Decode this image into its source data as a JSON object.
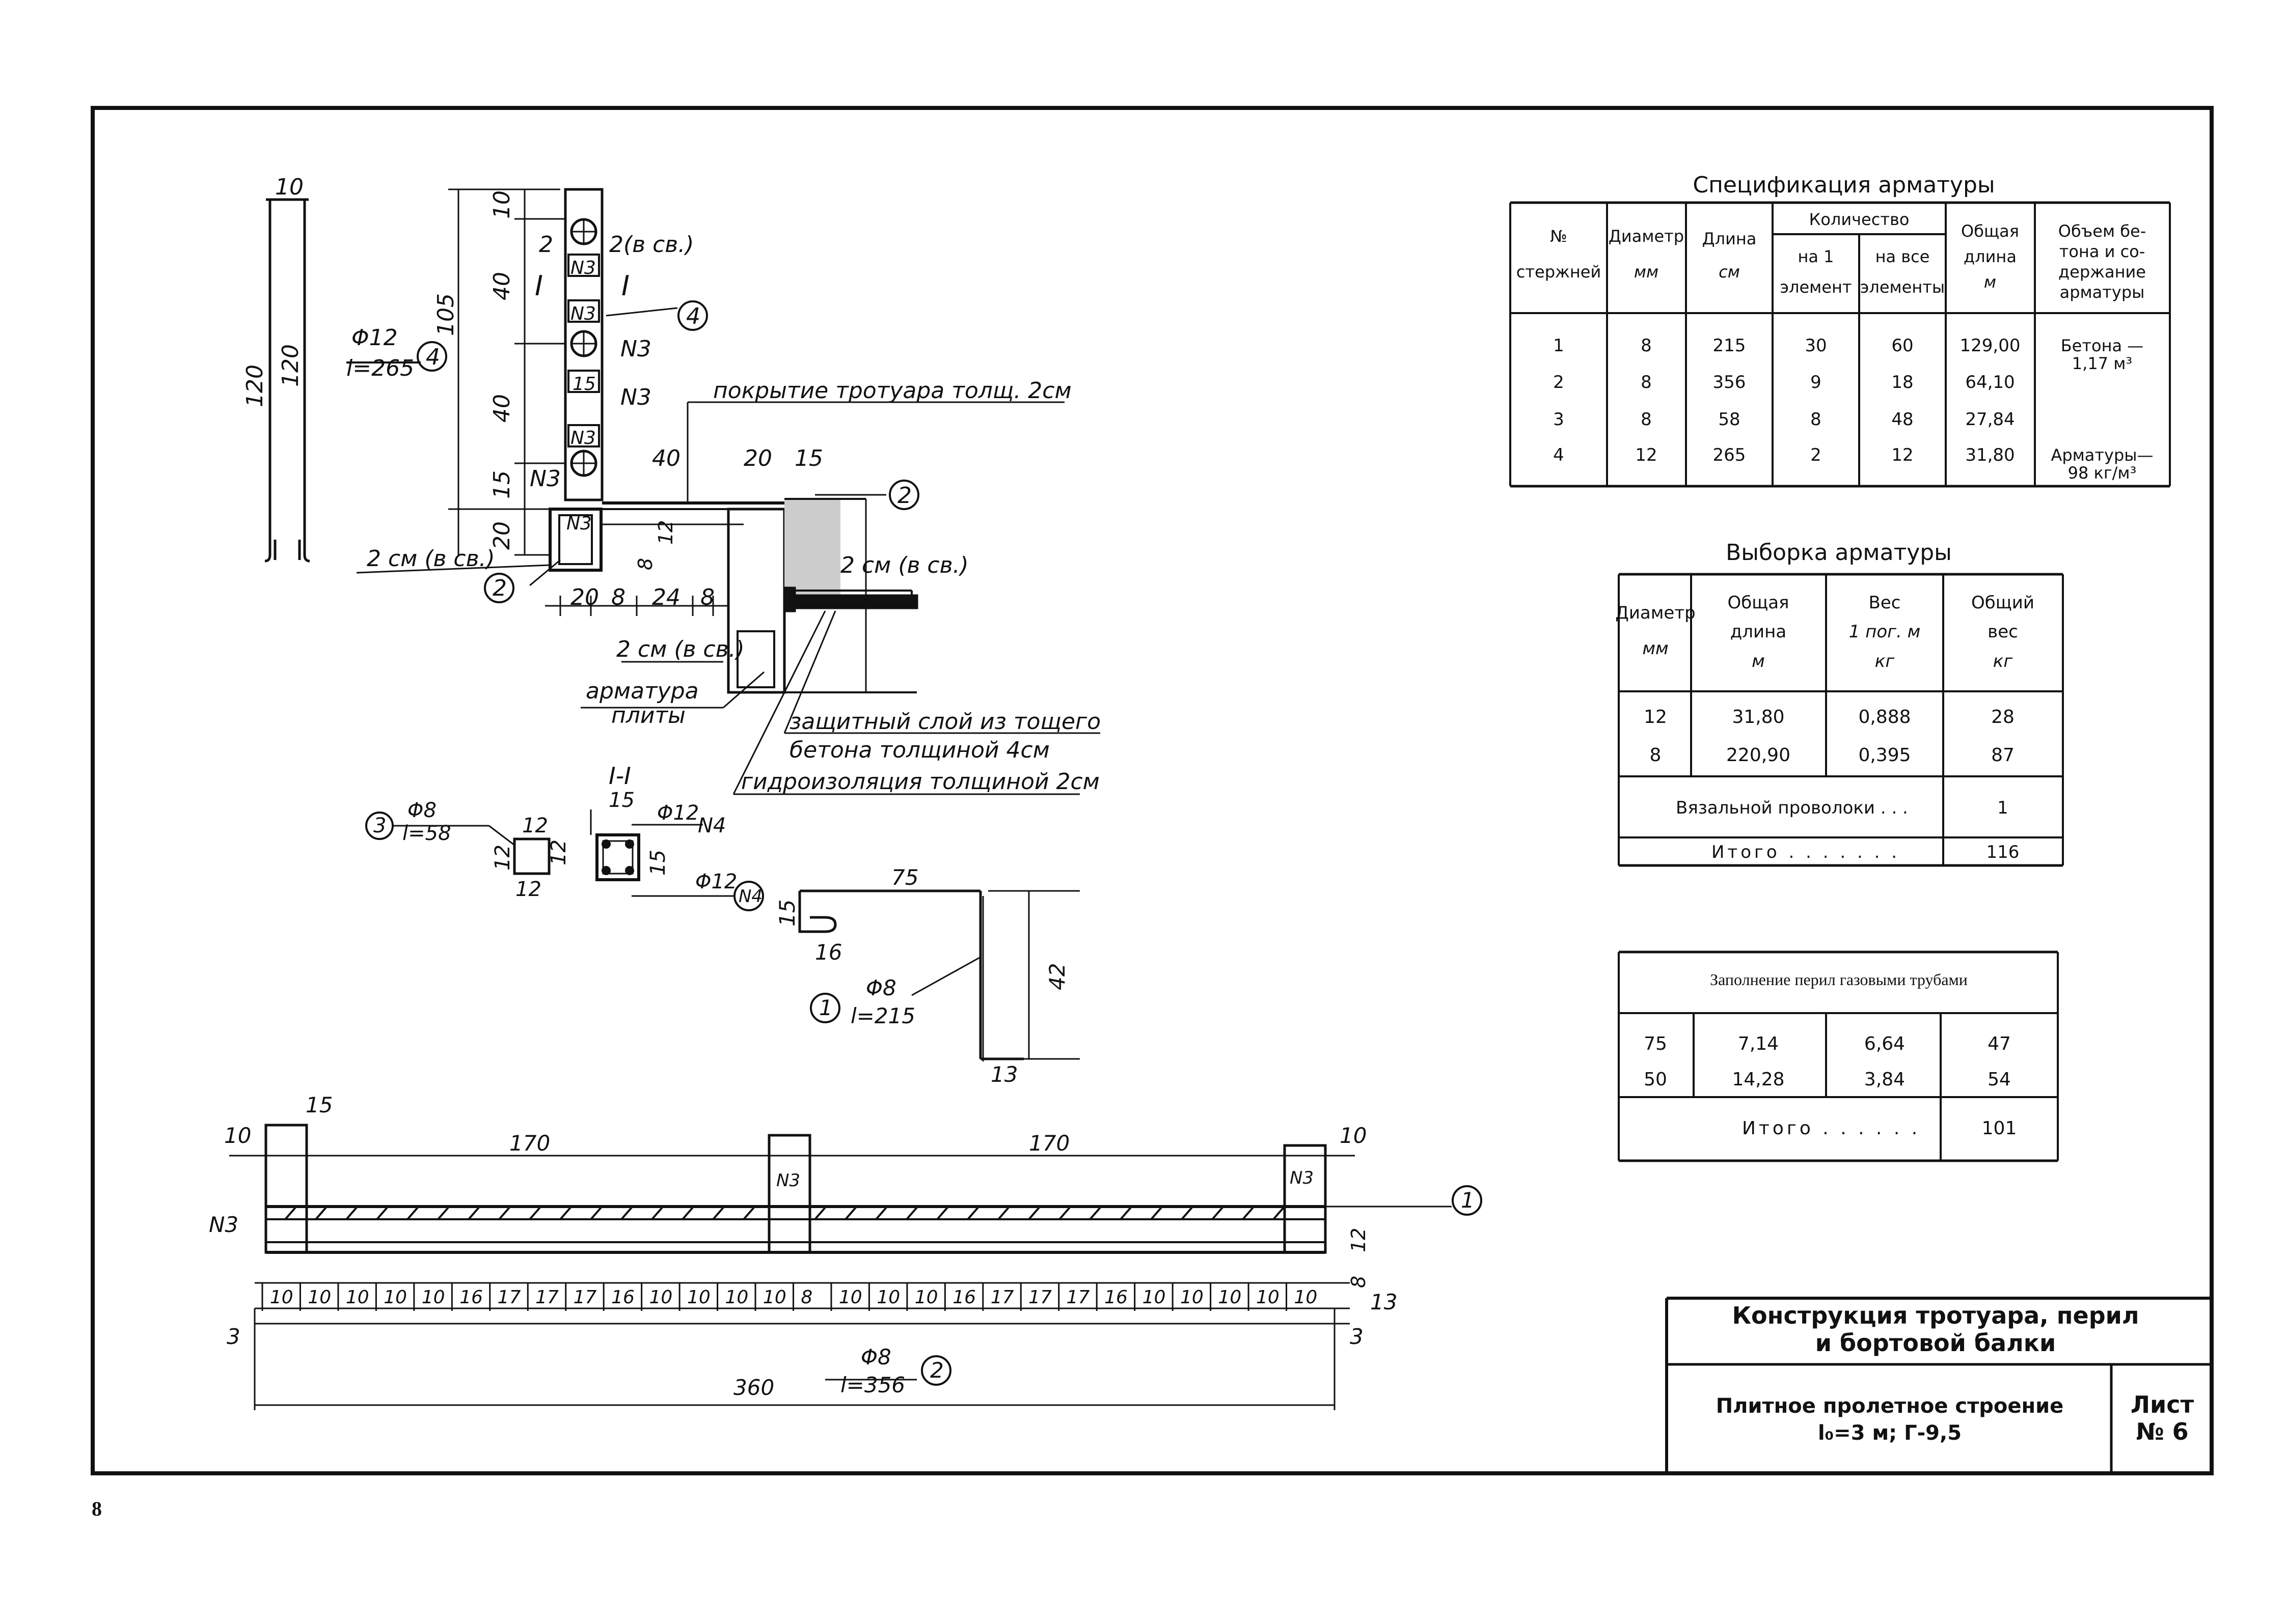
{
  "page_number": "8",
  "spec_table": {
    "title": "Спецификация арматуры",
    "headers": {
      "num": [
        "№",
        "стержней"
      ],
      "diameter": [
        "Диаметр",
        "мм"
      ],
      "length": [
        "Длина",
        "см"
      ],
      "quantity": "Количество",
      "per_element": [
        "на 1",
        "элемент"
      ],
      "all_elements": [
        "на все",
        "элементы"
      ],
      "total_length": [
        "Общая",
        "длина",
        "м"
      ],
      "volume": [
        "Объем бе-",
        "тона и со-",
        "держание",
        "арматуры"
      ]
    },
    "rows": [
      [
        "1",
        "8",
        "215",
        "30",
        "60",
        "129,00"
      ],
      [
        "2",
        "8",
        "356",
        "9",
        "18",
        "64,10"
      ],
      [
        "3",
        "8",
        "58",
        "8",
        "48",
        "27,84"
      ],
      [
        "4",
        "12",
        "265",
        "2",
        "12",
        "31,80"
      ]
    ],
    "concrete": [
      "Бетона —",
      "1,17 м³"
    ],
    "rebar": [
      "Арматуры—",
      "98 кг/м³"
    ]
  },
  "selection_table": {
    "title": "Выборка арматуры",
    "headers": {
      "diameter": [
        "Диаметр",
        "мм"
      ],
      "total_length": [
        "Общая",
        "длина",
        "м"
      ],
      "weight": [
        "Вес",
        "1 пог. м",
        "кг"
      ],
      "total_weight": [
        "Общий",
        "вес",
        "кг"
      ]
    },
    "rows": [
      [
        "12",
        "31,80",
        "0,888",
        "28"
      ],
      [
        "8",
        "220,90",
        "0,395",
        "87"
      ]
    ],
    "wire_label": "Вязальной проволоки . . .",
    "wire_value": "1",
    "total_label": "Итого . . . . . . .",
    "total_value": "116"
  },
  "pipes_table": {
    "title": "Заполнение перил газовыми трубами",
    "rows": [
      [
        "75",
        "7,14",
        "6,64",
        "47"
      ],
      [
        "50",
        "14,28",
        "3,84",
        "54"
      ]
    ],
    "total_label": "Итого . . . . . .",
    "total_value": "101"
  },
  "title_block": {
    "title_line1": "Конструкция тротуара, перил",
    "title_line2": "и бортовой балки",
    "subtitle_line1": "Плитное пролетное строение",
    "subtitle_line2": "l₀=3 м; Г-9,5",
    "sheet_label": "Лист",
    "sheet_number": "№ 6"
  },
  "drawing": {
    "bar4": {
      "top": "10",
      "left": "120",
      "right": "120",
      "diam": "Φ12",
      "len": "l=265",
      "mark": "4"
    },
    "section": {
      "dims_vertical": [
        "10",
        "40",
        "40",
        "15",
        "20",
        "105"
      ],
      "marks": [
        "I",
        "I"
      ],
      "n3": "N3",
      "slot_labels": [
        "N3",
        "N3",
        "15",
        "N3"
      ],
      "two": "2",
      "two_cb": "2(в св.)",
      "mark4": "4",
      "sidewalk_cover": "покрытие тротуара толщ. 2см",
      "dims_top": [
        "40",
        "20",
        "15"
      ],
      "mark2": "2",
      "two_cm_left": "2 см (в св.)",
      "two_cm_right": "2 см (в св.)",
      "dims_small": [
        "12",
        "8"
      ],
      "dims_bottom": [
        "20",
        "8",
        "24",
        "8"
      ],
      "two_cm_bottom": "2 см (в св.)",
      "plate_rebar": [
        "арматура",
        "плиты"
      ],
      "protective": [
        "защитный слой из тощего",
        "бетона толщиной 4см"
      ],
      "waterproof": "гидроизоляция толщиной 2см"
    },
    "bar3": {
      "mark": "3",
      "diam": "Φ8",
      "len": "l=58",
      "dims": [
        "12",
        "12",
        "12",
        "12"
      ]
    },
    "section11": {
      "title": "I-I",
      "d15a": "15",
      "d15b": "15",
      "diam": "Φ12",
      "n4": "N4",
      "diam2": "Φ12",
      "mark": "N4"
    },
    "bar1": {
      "d75": "75",
      "d15": "15",
      "d16": "16",
      "d42": "42",
      "d13": "13",
      "diam": "Φ8",
      "len": "l=215",
      "mark": "1"
    },
    "elevation": {
      "d15": "15",
      "d10l": "10",
      "d10r": "10",
      "d170a": "170",
      "d170b": "170",
      "n3": "N3",
      "n3a": "N3",
      "n3b": "N3",
      "mark1": "1",
      "d12": "12",
      "d8": "8",
      "d13": "13",
      "spacing": [
        "10",
        "10",
        "10",
        "10",
        "10",
        "16",
        "17",
        "17",
        "17",
        "16",
        "10",
        "10",
        "10",
        "10",
        "8",
        "10",
        "10",
        "10",
        "16",
        "17",
        "17",
        "17",
        "16",
        "10",
        "10",
        "10",
        "10",
        "10"
      ],
      "cut": "3",
      "diam": "Φ8",
      "len": "l=356",
      "mark2": "2",
      "d360": "360"
    }
  }
}
